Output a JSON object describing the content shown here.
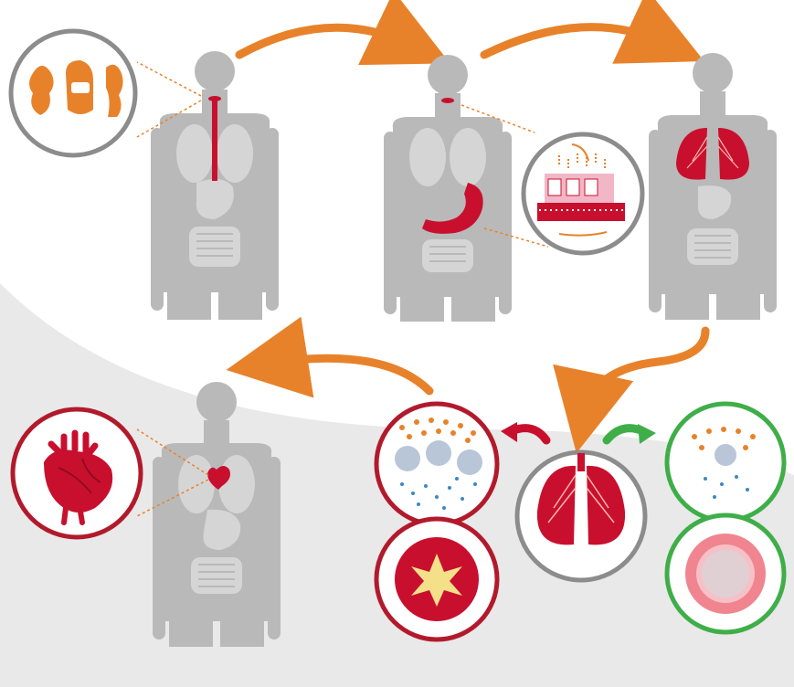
{
  "figure": {
    "colors": {
      "background": "#ffffff",
      "backdrop_swoosh": "#e9e9e9",
      "body_gray": "#b9b9b9",
      "organ_gray": "#d5d5d5",
      "accent_orange": "#e8822a",
      "organ_red": "#c8102e",
      "healthy_green": "#3fae49",
      "circle_gray": "#8c8c8c"
    },
    "steps": [
      {
        "id": "ingestion",
        "icon": "food-shapes-icon",
        "highlight": "esophagus"
      },
      {
        "id": "absorption",
        "icon": "intestinal-lining-icon",
        "highlight": "stomach"
      },
      {
        "id": "lungs",
        "icon": "lungs-icon",
        "highlight": "lungs"
      },
      {
        "id": "heart",
        "icon": "heart-icon",
        "highlight": "heart"
      }
    ],
    "outcomes": [
      {
        "id": "unhealthy",
        "color": "#c8102e",
        "icons": [
          "blood-cells-particles-icon",
          "blocked-artery-icon"
        ]
      },
      {
        "id": "healthy",
        "color": "#3fae49",
        "icons": [
          "few-particles-icon",
          "open-artery-icon"
        ]
      }
    ]
  }
}
